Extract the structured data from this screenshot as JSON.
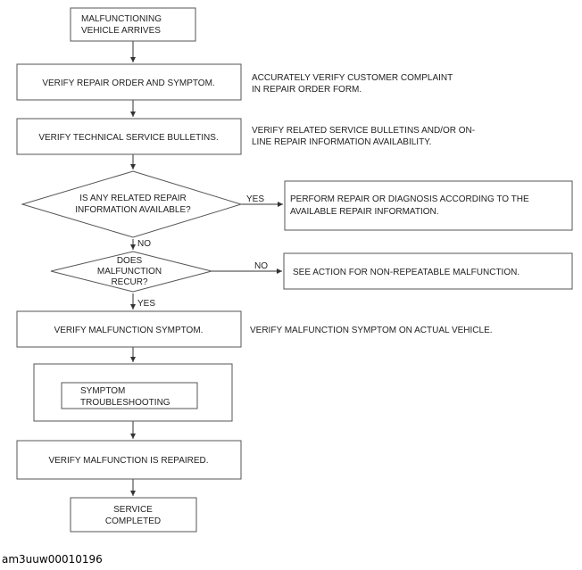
{
  "steps": {
    "arrives": [
      "MALFUNCTIONING",
      "VEHICLE ARRIVES"
    ],
    "verify_ro": "VERIFY REPAIR ORDER AND SYMPTOM.",
    "verify_tsb": "VERIFY TECHNICAL SERVICE BULLETINS.",
    "decision_info": [
      "IS ANY RELATED REPAIR",
      "INFORMATION AVAILABLE?"
    ],
    "perform_repair": [
      "PERFORM REPAIR OR DIAGNOSIS ACCORDING TO THE",
      "AVAILABLE REPAIR INFORMATION."
    ],
    "decision_recur": [
      "DOES",
      "MALFUNCTION",
      "RECUR?"
    ],
    "non_repeatable": "SEE ACTION FOR NON-REPEATABLE MALFUNCTION.",
    "verify_symptom": "VERIFY MALFUNCTION SYMPTOM.",
    "troubleshooting": [
      "SYMPTOM",
      "TROUBLESHOOTING"
    ],
    "verify_repaired": "VERIFY MALFUNCTION IS REPAIRED.",
    "completed": [
      "SERVICE",
      "COMPLETED"
    ]
  },
  "notes": {
    "verify_ro": [
      "ACCURATELY VERIFY CUSTOMER COMPLAINT",
      "IN REPAIR ORDER FORM."
    ],
    "verify_tsb": [
      "VERIFY RELATED SERVICE BULLETINS AND/OR ON-",
      "LINE REPAIR INFORMATION AVAILABILITY."
    ],
    "verify_symptom": "VERIFY MALFUNCTION SYMPTOM ON ACTUAL VEHICLE."
  },
  "edge_labels": {
    "info_yes": "YES",
    "info_no": "NO",
    "recur_no": "NO",
    "recur_yes": "YES"
  },
  "figure_id": "am3uuw00010196"
}
